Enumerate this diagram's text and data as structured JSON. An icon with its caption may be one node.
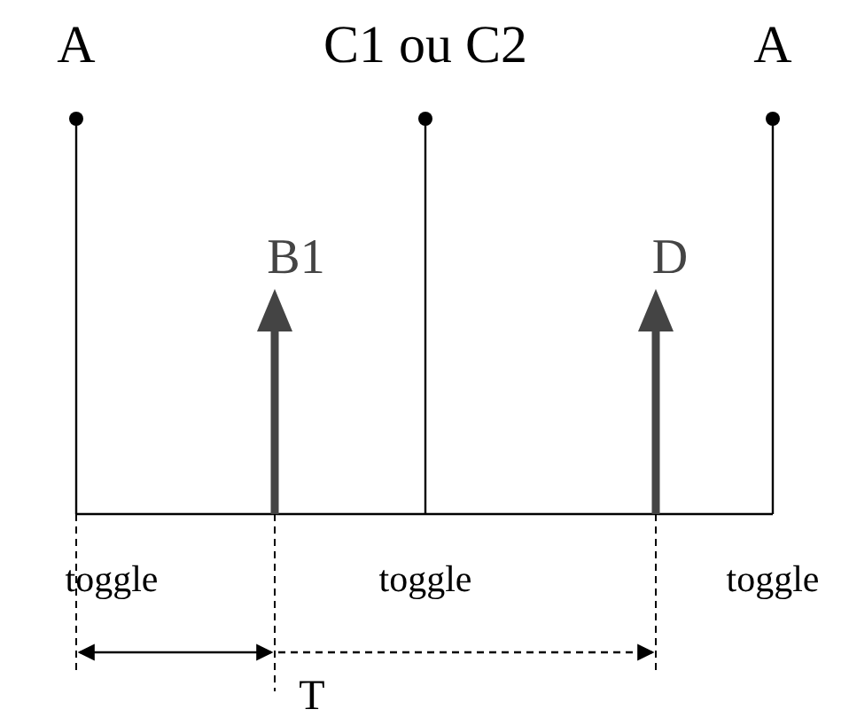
{
  "diagram": {
    "labels": [
      "A",
      "C1 ou C2",
      "A",
      "B1",
      "D",
      "toggle",
      "toggle",
      "toggle",
      "T"
    ]
  }
}
